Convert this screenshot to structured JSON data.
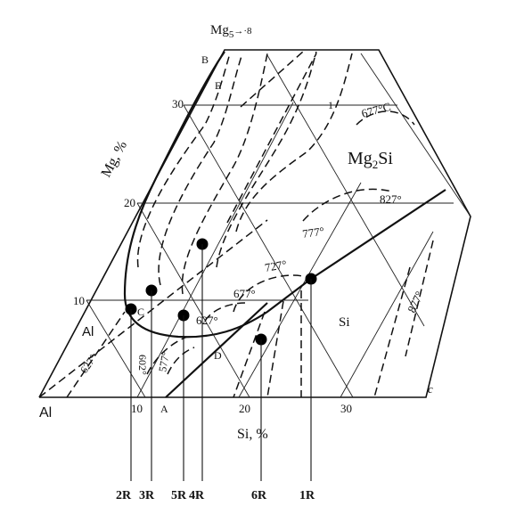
{
  "diagram": {
    "axis_labels": {
      "mg": "Mg, %",
      "si": "Si, %"
    },
    "ticks": {
      "mg": [
        "10",
        "20",
        "30"
      ],
      "si": [
        "10",
        "20",
        "30"
      ]
    },
    "phase_labels": {
      "al_corner": "Al",
      "al_field": "Al",
      "mg2si": "Mg",
      "mg2si_sub": "2",
      "mg2si_tail": "Si",
      "si_field": "Si",
      "mg5al8": "Mg",
      "mg5al8_rest": "5",
      "mg5al8_tail": "→·8"
    },
    "point_labels": {
      "A": "A",
      "B": "B",
      "C": "C",
      "D": "D",
      "E": "E",
      "c": "c",
      "one": "1"
    },
    "isotherms": [
      "677°C",
      "827°",
      "777°",
      "727°",
      "677°",
      "627°",
      "577°",
      "602°",
      "627°",
      "877°"
    ],
    "samples": [
      {
        "id": "2R",
        "label": "2R"
      },
      {
        "id": "3R",
        "label": "3R"
      },
      {
        "id": "5R",
        "label": "5R"
      },
      {
        "id": "4R",
        "label": "4R"
      },
      {
        "id": "6R",
        "label": "6R"
      },
      {
        "id": "1R",
        "label": "1R"
      }
    ]
  }
}
